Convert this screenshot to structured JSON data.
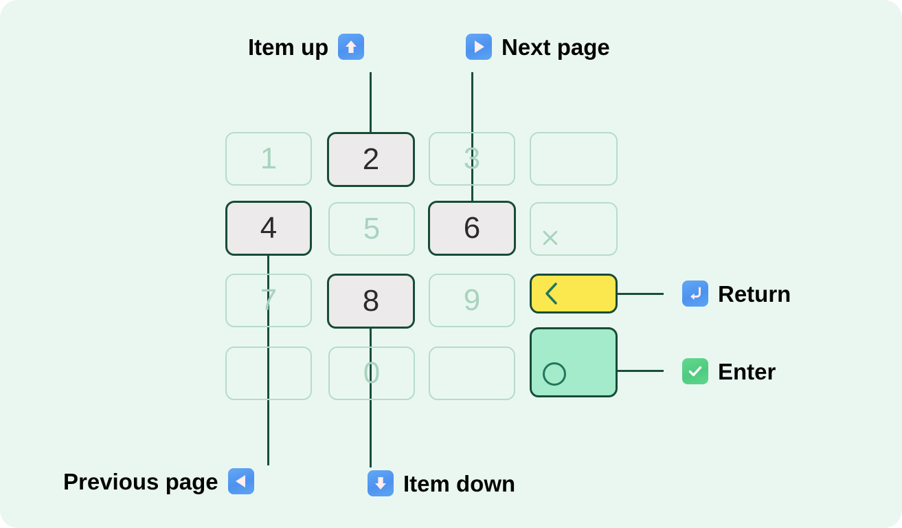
{
  "canvas": {
    "background_color": "#eaf7f1",
    "accent_dark_green": "#174c37",
    "inactive_key_color": "#a9d3be",
    "active_key_fill": "#eceaea",
    "return_key_color": "#fbe84f",
    "enter_key_color": "#a3ebcb"
  },
  "keypad": {
    "rows": [
      [
        {
          "label": "1",
          "state": "inactive",
          "type": "number"
        },
        {
          "label": "2",
          "state": "active",
          "type": "number"
        },
        {
          "label": "3",
          "state": "inactive",
          "type": "number"
        },
        {
          "label": "",
          "state": "inactive",
          "type": "blank"
        }
      ],
      [
        {
          "label": "4",
          "state": "active",
          "type": "number"
        },
        {
          "label": "5",
          "state": "inactive",
          "type": "number"
        },
        {
          "label": "6",
          "state": "active",
          "type": "number"
        },
        {
          "label": "×",
          "state": "inactive",
          "type": "times"
        }
      ],
      [
        {
          "label": "7",
          "state": "inactive",
          "type": "number"
        },
        {
          "label": "8",
          "state": "active",
          "type": "number"
        },
        {
          "label": "9",
          "state": "inactive",
          "type": "number"
        },
        {
          "label": "",
          "state": "active",
          "type": "return"
        }
      ],
      [
        {
          "label": "",
          "state": "inactive",
          "type": "blank"
        },
        {
          "label": "0",
          "state": "inactive",
          "type": "number"
        },
        {
          "label": "",
          "state": "inactive",
          "type": "blank"
        },
        {
          "label": "",
          "state": "active",
          "type": "enter"
        }
      ]
    ]
  },
  "annotations": {
    "item_up": {
      "text": "Item up",
      "icon": "arrow-up-icon",
      "icon_color": "#4d92ef",
      "icon_position": "right",
      "target_key": "2"
    },
    "next_page": {
      "text": "Next page",
      "icon": "play-right-icon",
      "icon_color": "#4d92ef",
      "icon_position": "left",
      "target_key": "6"
    },
    "return": {
      "text": "Return",
      "icon": "return-arrow-icon",
      "icon_color": "#4d92ef",
      "icon_position": "left",
      "target_key": "return"
    },
    "enter": {
      "text": "Enter",
      "icon": "check-icon",
      "icon_color": "#4ecb80",
      "icon_position": "left",
      "target_key": "enter"
    },
    "previous_page": {
      "text": "Previous page",
      "icon": "play-left-icon",
      "icon_color": "#4d92ef",
      "icon_position": "right",
      "target_key": "4"
    },
    "item_down": {
      "text": "Item down",
      "icon": "arrow-down-icon",
      "icon_color": "#4d92ef",
      "icon_position": "left",
      "target_key": "8"
    }
  }
}
